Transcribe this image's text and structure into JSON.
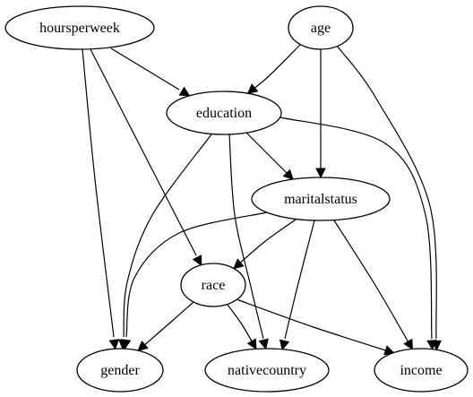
{
  "graph": {
    "nodes": [
      {
        "id": "hoursperweek",
        "label": "hoursperweek"
      },
      {
        "id": "age",
        "label": "age"
      },
      {
        "id": "education",
        "label": "education"
      },
      {
        "id": "maritalstatus",
        "label": "maritalstatus"
      },
      {
        "id": "race",
        "label": "race"
      },
      {
        "id": "gender",
        "label": "gender"
      },
      {
        "id": "nativecountry",
        "label": "nativecountry"
      },
      {
        "id": "income",
        "label": "income"
      }
    ],
    "edges": [
      {
        "from": "hoursperweek",
        "to": "education"
      },
      {
        "from": "hoursperweek",
        "to": "gender"
      },
      {
        "from": "hoursperweek",
        "to": "race"
      },
      {
        "from": "age",
        "to": "education"
      },
      {
        "from": "age",
        "to": "maritalstatus"
      },
      {
        "from": "age",
        "to": "income"
      },
      {
        "from": "education",
        "to": "maritalstatus"
      },
      {
        "from": "education",
        "to": "gender"
      },
      {
        "from": "education",
        "to": "nativecountry"
      },
      {
        "from": "education",
        "to": "income"
      },
      {
        "from": "maritalstatus",
        "to": "race"
      },
      {
        "from": "maritalstatus",
        "to": "gender"
      },
      {
        "from": "maritalstatus",
        "to": "nativecountry"
      },
      {
        "from": "maritalstatus",
        "to": "income"
      },
      {
        "from": "race",
        "to": "gender"
      },
      {
        "from": "race",
        "to": "nativecountry"
      },
      {
        "from": "race",
        "to": "income"
      }
    ]
  }
}
